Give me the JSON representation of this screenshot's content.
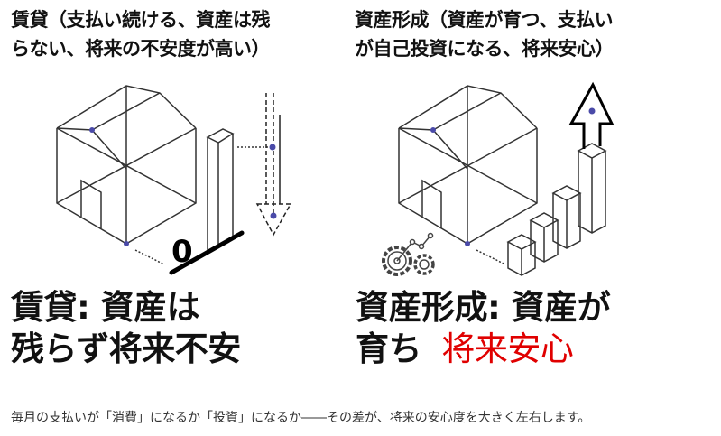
{
  "left_panel": {
    "title_line1": "賃貸（支払い続ける、資産は残",
    "title_line2": "らない、将来の不安度が高い）",
    "zero_label": "0",
    "headline_line1": "賃貸: 資産は",
    "headline_line2": "残らず将来不安"
  },
  "right_panel": {
    "title_line1": "資産形成（資産が育つ、支払い",
    "title_line2": "が自己投資になる、将来安心）",
    "headline_line1": "資産形成: 資産が",
    "headline_line2a": "育ち",
    "headline_line2b": "将来安心"
  },
  "caption": "毎月の支払いが「消費」になるか「投資」になるか――その差が、将来の安心度を大きく左右します。",
  "colors": {
    "accent_dot": "#4a4aa8",
    "highlight_red": "#e00000"
  }
}
